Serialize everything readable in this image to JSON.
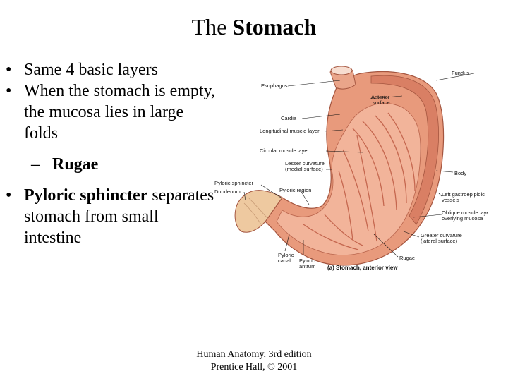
{
  "slide": {
    "title_prefix": "The ",
    "title_bold": "Stomach",
    "bullets": [
      "Same 4 basic layers",
      "When the stomach is empty, the mucosa lies in large folds"
    ],
    "sub_bullet": "Rugae",
    "bullet3_bold": "Pyloric sphincter",
    "bullet3_rest": " separates stomach from small intestine",
    "bullet_symbol": "•",
    "dash_symbol": "–",
    "credit_line1": "Human Anatomy, 3rd edition",
    "credit_line2": "Prentice Hall, © 2001"
  },
  "figure": {
    "labels": {
      "esophagus": "Esophagus",
      "fundus": "Fundus",
      "anterior1": "Anterior",
      "anterior2": "surface",
      "cardia": "Cardia",
      "longitudinal": "Longitudinal muscle layer",
      "circular": "Circular muscle layer",
      "lesser1": "Lesser curvature",
      "lesser2": "(medial surface)",
      "body": "Body",
      "pyloric_sphincter": "Pyloric sphincter",
      "duodenum": "Duodenum",
      "pyloric_region": "Pyloric region",
      "left_gastro1": "Left gastroepiploic",
      "left_gastro2": "vessels",
      "oblique1": "Oblique muscle layer",
      "oblique2": "overlying mucosa",
      "greater1": "Greater curvature",
      "greater2": "(lateral surface)",
      "rugae": "Rugae",
      "pyloric_canal1": "Pyloric",
      "pyloric_canal2": "canal",
      "pyloric_antrum1": "Pyloric",
      "pyloric_antrum2": "antrum",
      "caption": "(a) Stomach, anterior view"
    },
    "colors": {
      "outer": "#e89a7c",
      "mucosa": "#f2b49a",
      "rugae": "#c5674f",
      "muscle": "#d97f64",
      "duodenum": "#eec9a0"
    }
  }
}
